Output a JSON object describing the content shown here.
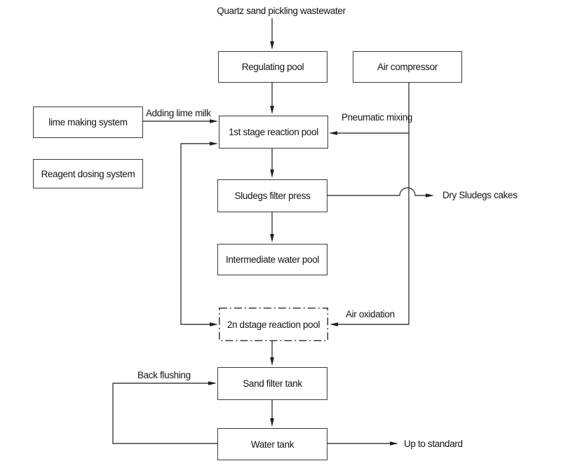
{
  "diagram": {
    "type": "process-flowchart",
    "subject": "Quartz sand pickling wastewater treatment process"
  },
  "colors": {
    "background": "#ffffff",
    "line": "#3f3f3f",
    "box_border": "#3a3a3a",
    "text": "#141414",
    "arrowhead": "#1e1e1e"
  },
  "nodes": {
    "source_stream": {
      "label": "Quartz sand pickling wastewater"
    },
    "regulating_pool": {
      "label": "Regulating pool"
    },
    "air_compressor": {
      "label": "Air compressor"
    },
    "lime_making_system": {
      "label": "lime making system"
    },
    "reagent_dosing_system": {
      "label": "Reagent dosing system"
    },
    "stage1_reaction_pool": {
      "label": "1st stage reaction pool"
    },
    "sludges_filter_press": {
      "label": "Sludegs filter press"
    },
    "intermediate_water_pool": {
      "label": "Intermediate water pool"
    },
    "stage2_reaction_pool": {
      "label": "2n dstage reaction pool",
      "border_style": "dash-dot"
    },
    "sand_filter_tank": {
      "label": "Sand filter tank"
    },
    "water_tank": {
      "label": "Water tank"
    }
  },
  "flow_labels": {
    "adding_lime_milk": {
      "label": "Adding lime milk"
    },
    "pneumatic_mixing": {
      "label": "Pneumatic mixing"
    },
    "dry_sludges_cakes": {
      "label": "Dry Sludegs cakes"
    },
    "air_oxidation": {
      "label": "Air oxidation"
    },
    "back_flushing": {
      "label": "Back flushing"
    },
    "up_to_standard": {
      "label": "Up to standard"
    }
  },
  "edges": [
    {
      "from": "Quartz sand pickling wastewater",
      "to": "Regulating pool",
      "label": ""
    },
    {
      "from": "Regulating pool",
      "to": "1st stage reaction pool",
      "label": ""
    },
    {
      "from": "lime making system",
      "to": "1st stage reaction pool",
      "label": "Adding lime milk"
    },
    {
      "from": "Air compressor",
      "to": "1st stage reaction pool",
      "label": "Pneumatic mixing"
    },
    {
      "from": "1st stage reaction pool",
      "to": "Sludegs filter press",
      "label": ""
    },
    {
      "from": "Sludegs filter press",
      "to": "Dry Sludegs cakes",
      "label": "",
      "note": "line hops over air-compressor line"
    },
    {
      "from": "Sludegs filter press",
      "to": "Intermediate water pool",
      "label": ""
    },
    {
      "from": "2n dstage reaction pool",
      "to": "1st stage reaction pool",
      "label": "",
      "note": "left recirculation line, arrowheads into both pools"
    },
    {
      "from": "Air compressor",
      "to": "2n dstage reaction pool",
      "label": "Air oxidation"
    },
    {
      "from": "2n dstage reaction pool",
      "to": "Sand filter tank",
      "label": ""
    },
    {
      "from": "Sand filter tank",
      "to": "Water tank",
      "label": ""
    },
    {
      "from": "Water tank",
      "to": "Sand filter tank",
      "label": "Back flushing"
    },
    {
      "from": "Water tank",
      "to": "Up to standard",
      "label": ""
    }
  ]
}
